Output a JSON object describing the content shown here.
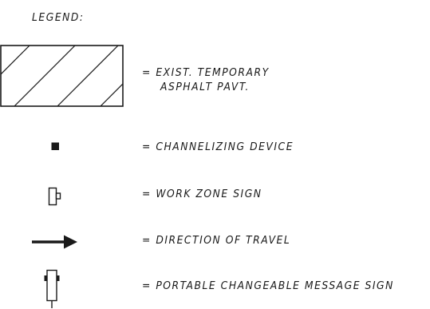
{
  "legend": {
    "title": "LEGEND:",
    "items": [
      {
        "symbol": "hatched-rectangle-icon",
        "description_line1": "= EXIST. TEMPORARY",
        "description_line2": "ASPHALT PAVT."
      },
      {
        "symbol": "filled-square-icon",
        "description": "= CHANNELIZING DEVICE"
      },
      {
        "symbol": "work-zone-sign-icon",
        "description": "= WORK ZONE SIGN"
      },
      {
        "symbol": "arrow-right-icon",
        "description": "= DIRECTION OF TRAVEL"
      },
      {
        "symbol": "message-sign-icon",
        "description": "= PORTABLE CHANGEABLE MESSAGE SIGN"
      }
    ]
  },
  "colors": {
    "line": "#1a1a1a",
    "background": "#ffffff"
  }
}
